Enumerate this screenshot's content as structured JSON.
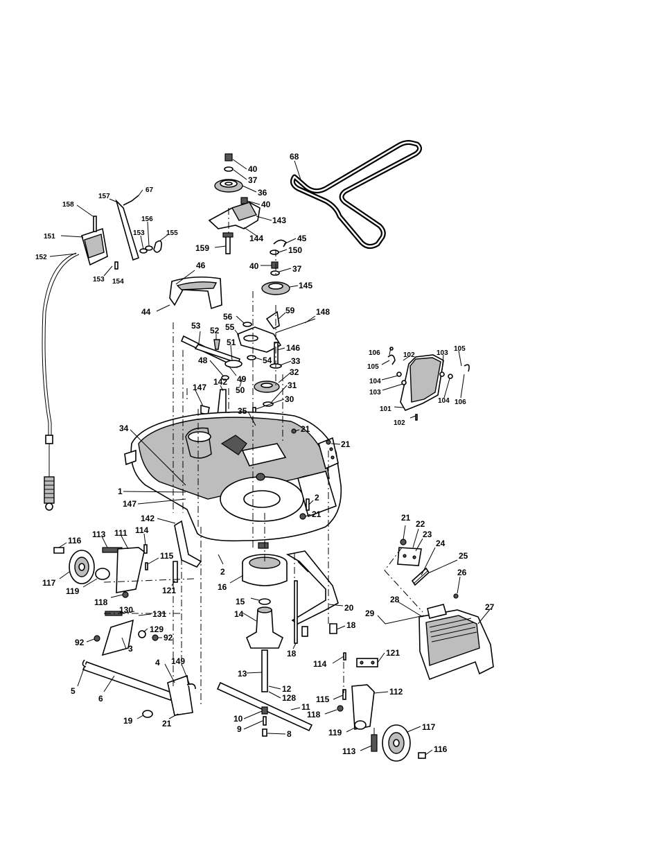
{
  "labels": [
    {
      "id": "68",
      "text": "68"
    },
    {
      "id": "40a",
      "text": "40"
    },
    {
      "id": "37a",
      "text": "37"
    },
    {
      "id": "36",
      "text": "36"
    },
    {
      "id": "40b",
      "text": "40"
    },
    {
      "id": "143",
      "text": "143"
    },
    {
      "id": "144",
      "text": "144"
    },
    {
      "id": "159",
      "text": "159"
    },
    {
      "id": "45",
      "text": "45"
    },
    {
      "id": "150",
      "text": "150"
    },
    {
      "id": "40c",
      "text": "40"
    },
    {
      "id": "37b",
      "text": "37"
    },
    {
      "id": "145",
      "text": "145"
    },
    {
      "id": "67",
      "text": "67"
    },
    {
      "id": "158",
      "text": "158"
    },
    {
      "id": "157",
      "text": "157"
    },
    {
      "id": "156",
      "text": "156"
    },
    {
      "id": "153a",
      "text": "153"
    },
    {
      "id": "155",
      "text": "155"
    },
    {
      "id": "151",
      "text": "151"
    },
    {
      "id": "152",
      "text": "152"
    },
    {
      "id": "153b",
      "text": "153"
    },
    {
      "id": "154",
      "text": "154"
    },
    {
      "id": "46",
      "text": "46"
    },
    {
      "id": "44",
      "text": "44"
    },
    {
      "id": "56",
      "text": "56"
    },
    {
      "id": "59",
      "text": "59"
    },
    {
      "id": "148",
      "text": "148"
    },
    {
      "id": "55",
      "text": "55"
    },
    {
      "id": "53",
      "text": "53"
    },
    {
      "id": "52",
      "text": "52"
    },
    {
      "id": "51",
      "text": "51"
    },
    {
      "id": "146",
      "text": "146"
    },
    {
      "id": "54",
      "text": "54"
    },
    {
      "id": "48",
      "text": "48"
    },
    {
      "id": "33",
      "text": "33"
    },
    {
      "id": "49",
      "text": "49"
    },
    {
      "id": "32",
      "text": "32"
    },
    {
      "id": "142a",
      "text": "142"
    },
    {
      "id": "50",
      "text": "50"
    },
    {
      "id": "31",
      "text": "31"
    },
    {
      "id": "147a",
      "text": "147"
    },
    {
      "id": "30",
      "text": "30"
    },
    {
      "id": "35",
      "text": "35"
    },
    {
      "id": "34",
      "text": "34"
    },
    {
      "id": "21a",
      "text": "21"
    },
    {
      "id": "21b",
      "text": "21"
    },
    {
      "id": "1",
      "text": "1"
    },
    {
      "id": "147b",
      "text": "147"
    },
    {
      "id": "2a",
      "text": "2"
    },
    {
      "id": "21c",
      "text": "21"
    },
    {
      "id": "142b",
      "text": "142"
    },
    {
      "id": "106a",
      "text": "106"
    },
    {
      "id": "102a",
      "text": "102"
    },
    {
      "id": "105a",
      "text": "105"
    },
    {
      "id": "103a",
      "text": "103"
    },
    {
      "id": "105b",
      "text": "105"
    },
    {
      "id": "104a",
      "text": "104"
    },
    {
      "id": "103b",
      "text": "103"
    },
    {
      "id": "104b",
      "text": "104"
    },
    {
      "id": "106b",
      "text": "106"
    },
    {
      "id": "101",
      "text": "101"
    },
    {
      "id": "102b",
      "text": "102"
    },
    {
      "id": "116a",
      "text": "116"
    },
    {
      "id": "113a",
      "text": "113"
    },
    {
      "id": "111",
      "text": "111"
    },
    {
      "id": "114a",
      "text": "114"
    },
    {
      "id": "115a",
      "text": "115"
    },
    {
      "id": "117a",
      "text": "117"
    },
    {
      "id": "119a",
      "text": "119"
    },
    {
      "id": "121a",
      "text": "121"
    },
    {
      "id": "118a",
      "text": "118"
    },
    {
      "id": "2b",
      "text": "2"
    },
    {
      "id": "16",
      "text": "16"
    },
    {
      "id": "15",
      "text": "15"
    },
    {
      "id": "21d",
      "text": "21"
    },
    {
      "id": "22",
      "text": "22"
    },
    {
      "id": "23",
      "text": "23"
    },
    {
      "id": "24",
      "text": "24"
    },
    {
      "id": "25",
      "text": "25"
    },
    {
      "id": "26",
      "text": "26"
    },
    {
      "id": "130",
      "text": "130"
    },
    {
      "id": "131",
      "text": "131"
    },
    {
      "id": "129",
      "text": "129"
    },
    {
      "id": "92a",
      "text": "92"
    },
    {
      "id": "92b",
      "text": "92"
    },
    {
      "id": "3",
      "text": "3"
    },
    {
      "id": "14",
      "text": "14"
    },
    {
      "id": "20",
      "text": "20"
    },
    {
      "id": "28",
      "text": "28"
    },
    {
      "id": "27",
      "text": "27"
    },
    {
      "id": "29",
      "text": "29"
    },
    {
      "id": "18a",
      "text": "18"
    },
    {
      "id": "18b",
      "text": "18"
    },
    {
      "id": "4",
      "text": "4"
    },
    {
      "id": "149",
      "text": "149"
    },
    {
      "id": "5",
      "text": "5"
    },
    {
      "id": "6",
      "text": "6"
    },
    {
      "id": "13",
      "text": "13"
    },
    {
      "id": "12",
      "text": "12"
    },
    {
      "id": "128",
      "text": "128"
    },
    {
      "id": "114b",
      "text": "114"
    },
    {
      "id": "121b",
      "text": "121"
    },
    {
      "id": "19",
      "text": "19"
    },
    {
      "id": "21e",
      "text": "21"
    },
    {
      "id": "11",
      "text": "11"
    },
    {
      "id": "115b",
      "text": "115"
    },
    {
      "id": "112",
      "text": "112"
    },
    {
      "id": "10",
      "text": "10"
    },
    {
      "id": "118b",
      "text": "118"
    },
    {
      "id": "9",
      "text": "9"
    },
    {
      "id": "119b",
      "text": "119"
    },
    {
      "id": "117b",
      "text": "117"
    },
    {
      "id": "8",
      "text": "8"
    },
    {
      "id": "113b",
      "text": "113"
    },
    {
      "id": "116b",
      "text": "116"
    }
  ]
}
